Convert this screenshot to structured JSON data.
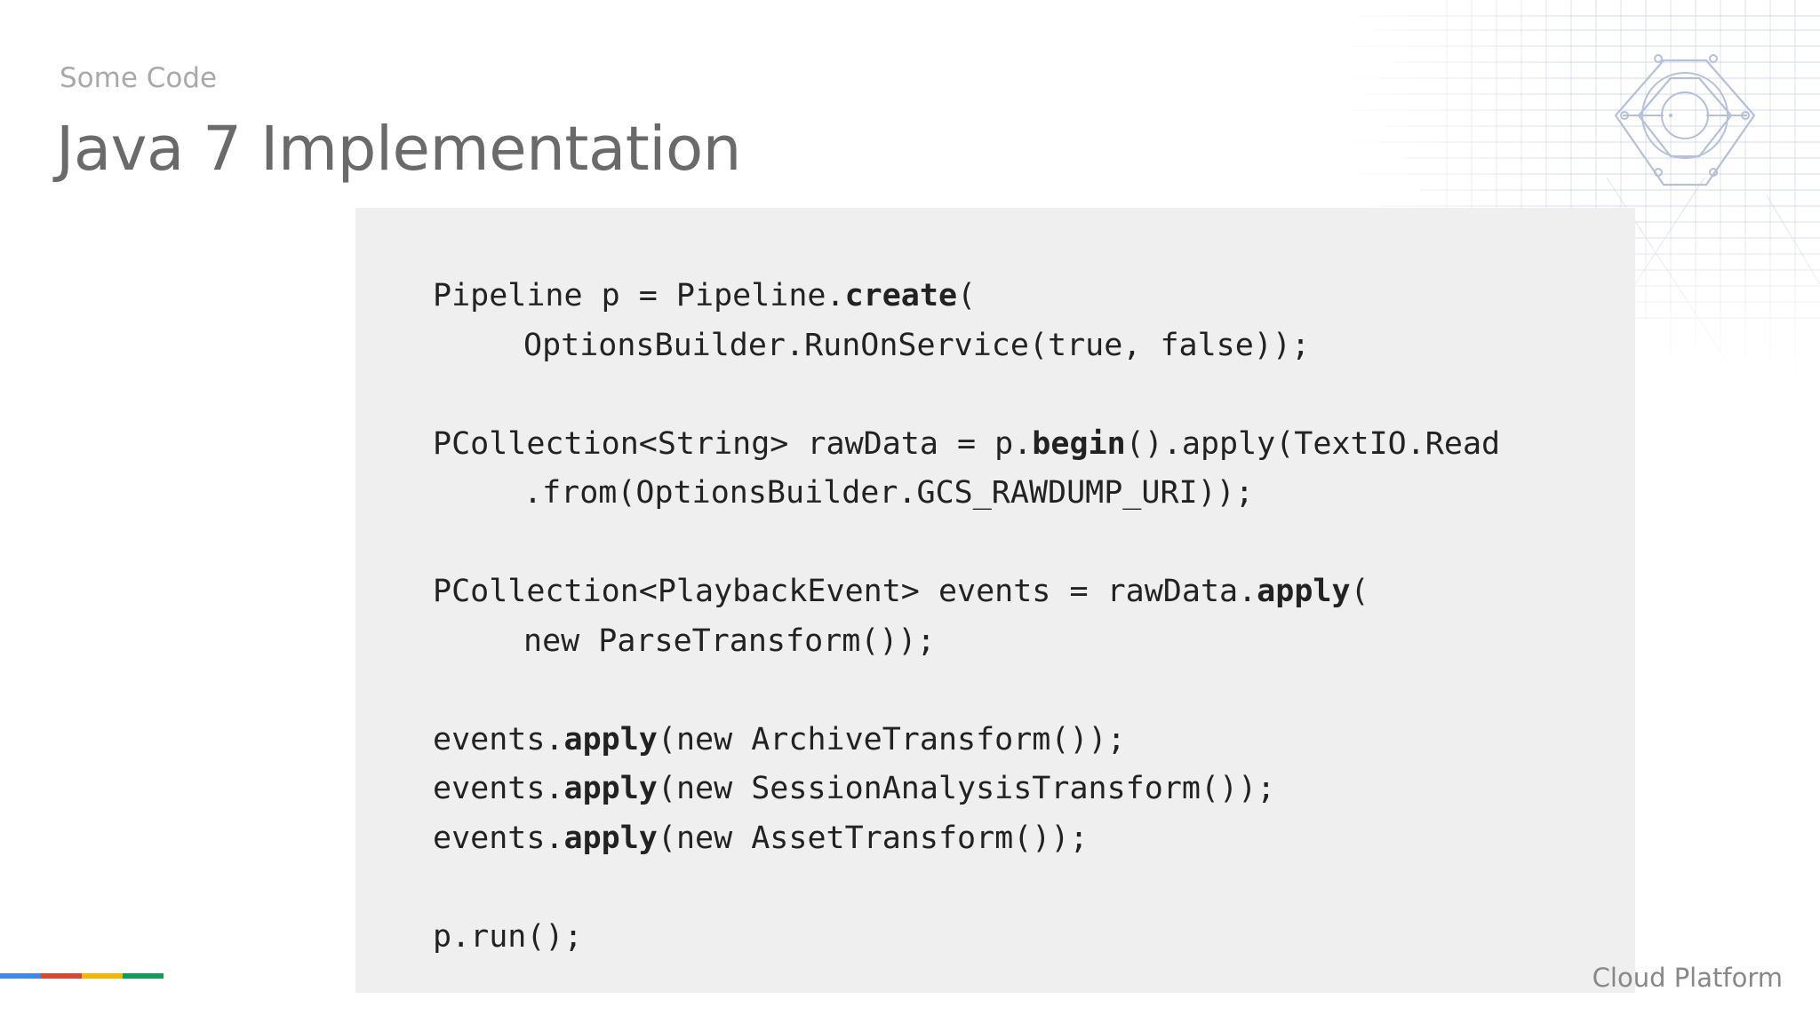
{
  "slide": {
    "section_label": "Some Code",
    "title": "Java 7 Implementation",
    "brand": "Cloud Platform"
  },
  "code": {
    "blocks": [
      [
        {
          "indent": false,
          "parts": [
            {
              "text": "Pipeline p = Pipeline."
            },
            {
              "text": "create",
              "bold": true
            },
            {
              "text": "("
            }
          ]
        },
        {
          "indent": true,
          "parts": [
            {
              "text": "OptionsBuilder.RunOnService(true, false));"
            }
          ]
        }
      ],
      [
        {
          "indent": false,
          "parts": [
            {
              "text": "PCollection<String> rawData = p."
            },
            {
              "text": "begin",
              "bold": true
            },
            {
              "text": "().apply(TextIO.Read"
            }
          ]
        },
        {
          "indent": true,
          "parts": [
            {
              "text": ".from(OptionsBuilder.GCS_RAWDUMP_URI));"
            }
          ]
        }
      ],
      [
        {
          "indent": false,
          "parts": [
            {
              "text": "PCollection<PlaybackEvent> events = rawData."
            },
            {
              "text": "apply",
              "bold": true
            },
            {
              "text": "("
            }
          ]
        },
        {
          "indent": true,
          "parts": [
            {
              "text": "new ParseTransform());"
            }
          ]
        }
      ],
      [
        {
          "indent": false,
          "parts": [
            {
              "text": "events."
            },
            {
              "text": "apply",
              "bold": true
            },
            {
              "text": "(new ArchiveTransform());"
            }
          ]
        },
        {
          "indent": false,
          "parts": [
            {
              "text": "events."
            },
            {
              "text": "apply",
              "bold": true
            },
            {
              "text": "(new SessionAnalysisTransform());"
            }
          ]
        },
        {
          "indent": false,
          "parts": [
            {
              "text": "events."
            },
            {
              "text": "apply",
              "bold": true
            },
            {
              "text": "(new AssetTransform());"
            }
          ]
        }
      ],
      [
        {
          "indent": false,
          "parts": [
            {
              "text": "p.run();"
            }
          ]
        }
      ]
    ]
  },
  "icons": {
    "decoration": "cloud-platform-hexagon-icon"
  },
  "colors": {
    "code_background": "#efefef",
    "title_text": "#6a6a6a",
    "label_text": "#a9a9a9",
    "bar": [
      "#4285f4",
      "#db4437",
      "#f4b400",
      "#0f9d58"
    ]
  }
}
